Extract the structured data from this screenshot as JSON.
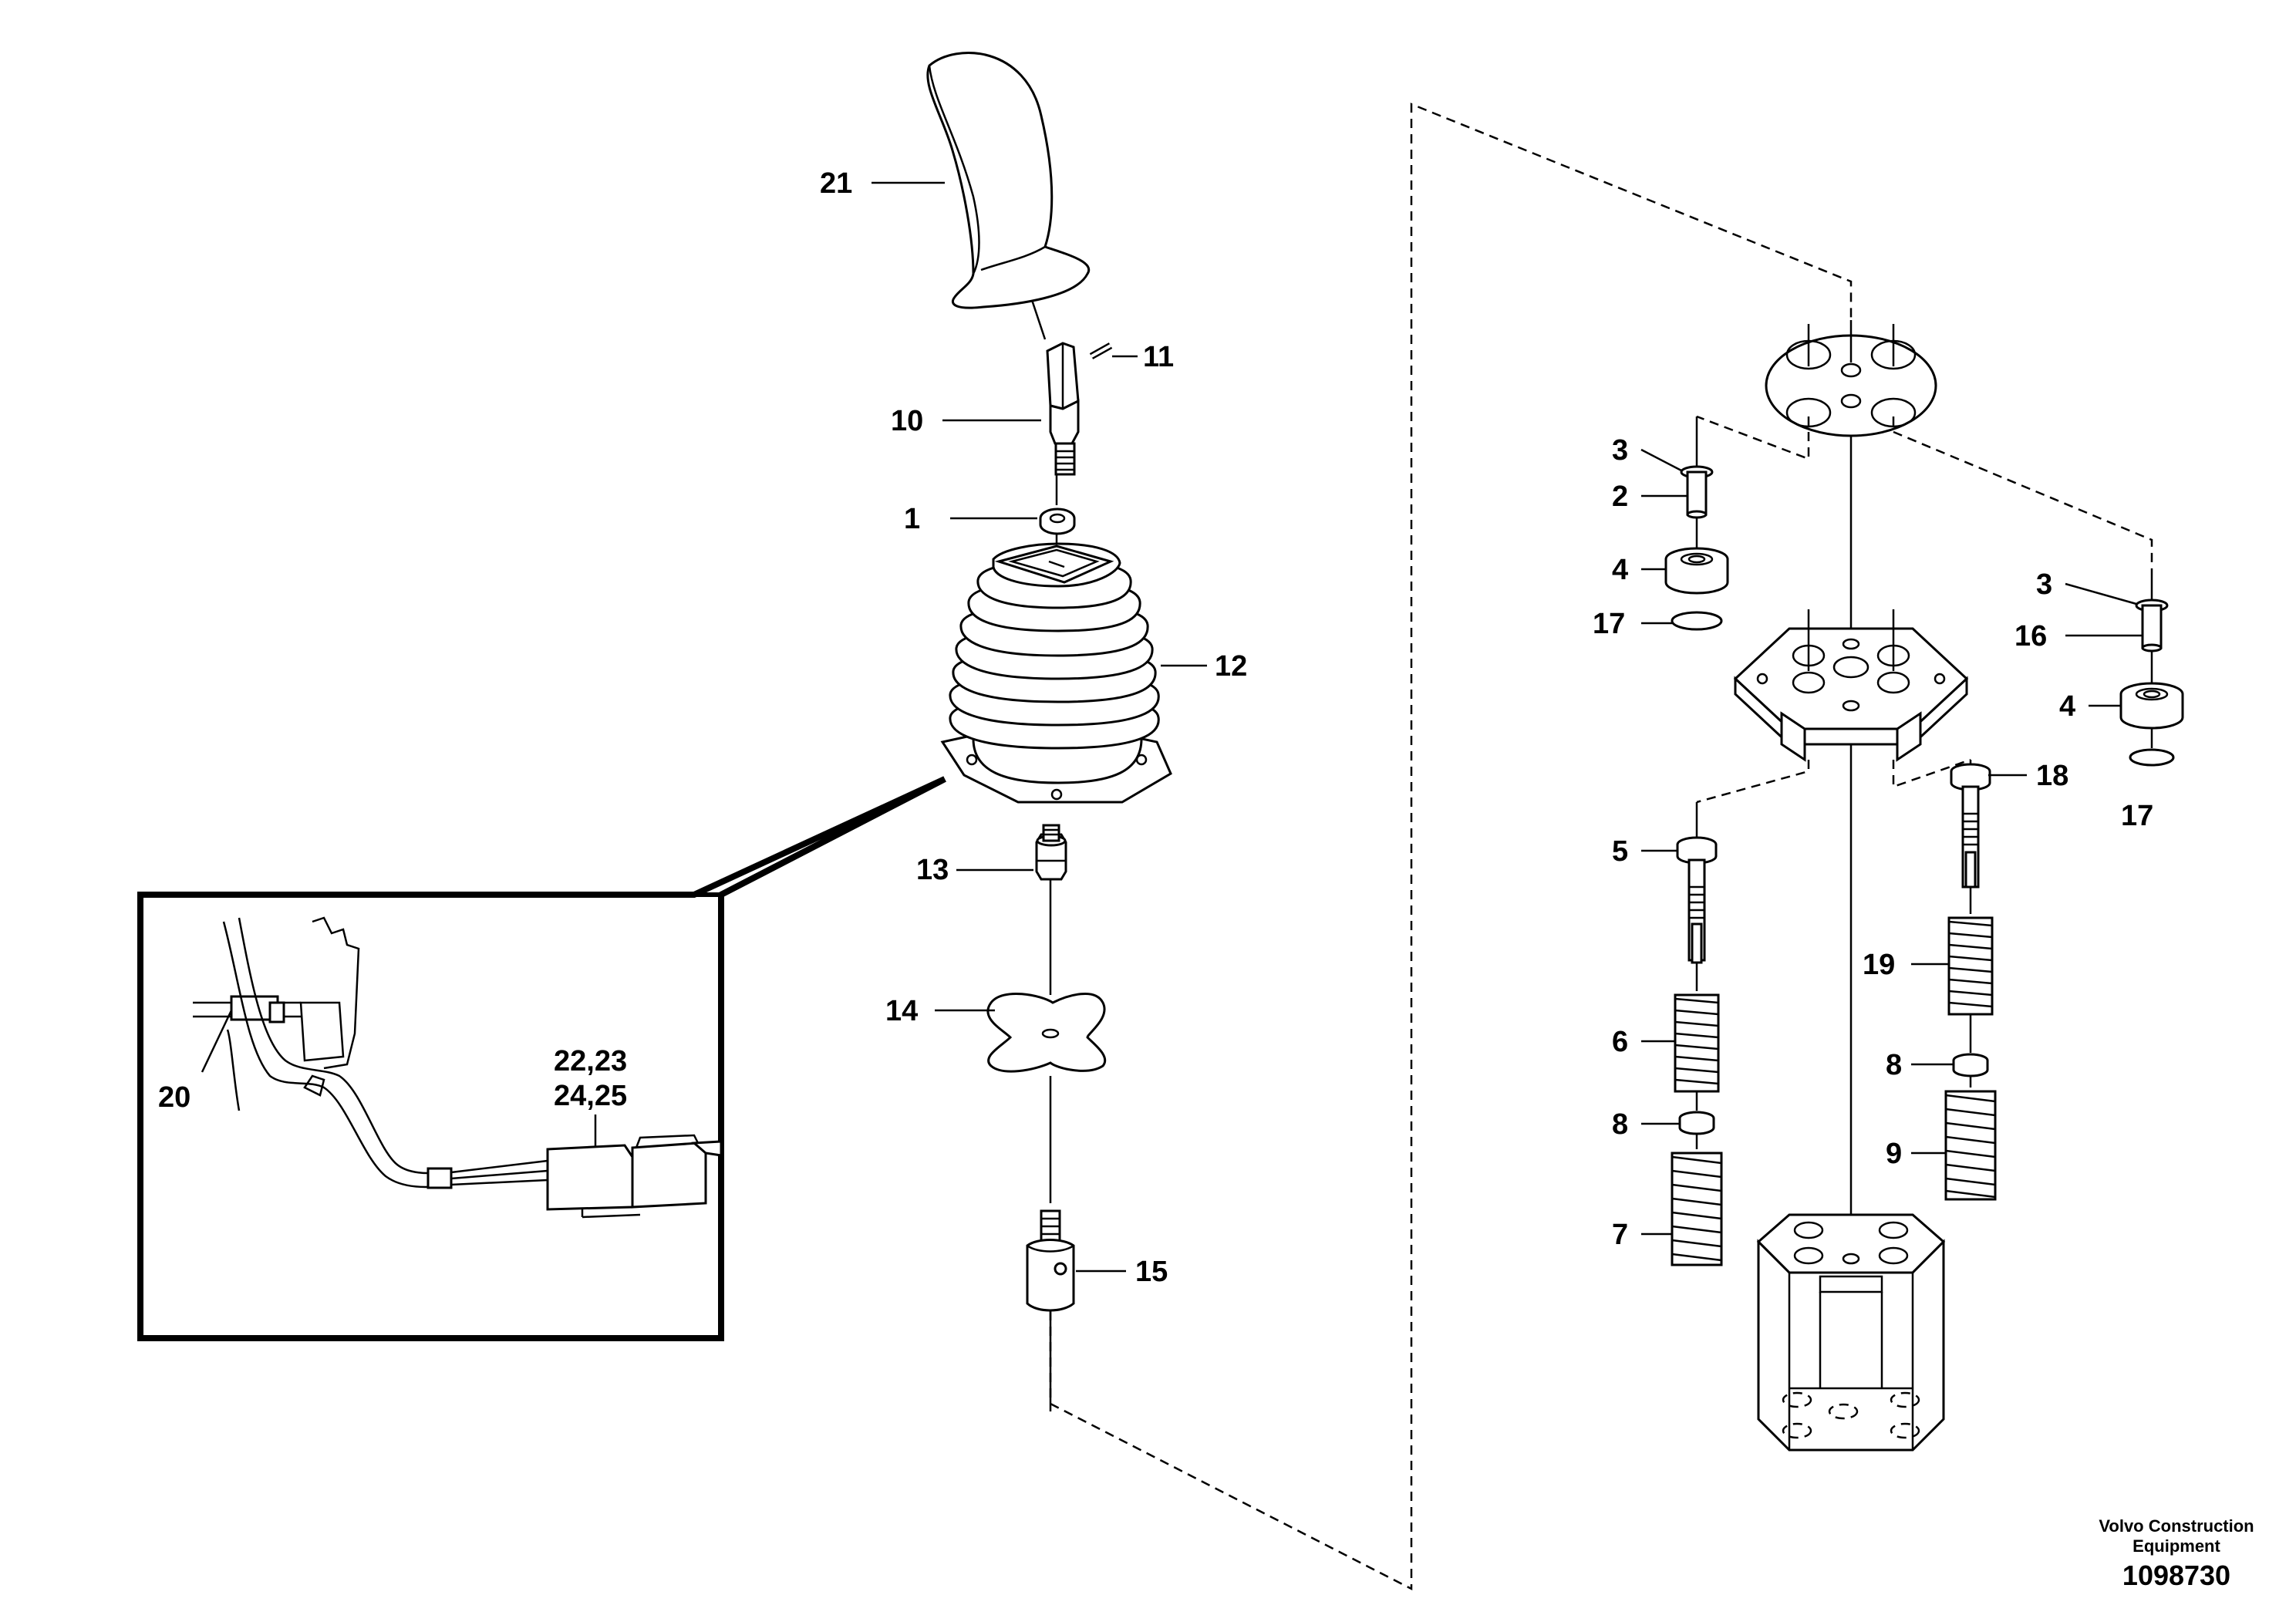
{
  "diagram": {
    "callouts": {
      "c21": "21",
      "c11": "11",
      "c10": "10",
      "c1": "1",
      "c12": "12",
      "c13": "13",
      "c14": "14",
      "c15": "15",
      "c20": "20",
      "c22_23": "22,23",
      "c24_25": "24,25",
      "c3a": "3",
      "c2": "2",
      "c4a": "4",
      "c17a": "17",
      "c3b": "3",
      "c16": "16",
      "c4b": "4",
      "c17b": "17",
      "c18": "18",
      "c5": "5",
      "c19": "19",
      "c6": "6",
      "c8a": "8",
      "c8b": "8",
      "c9": "9",
      "c7": "7"
    },
    "footer": {
      "company_line1": "Volvo Construction",
      "company_line2": "Equipment",
      "drawing_number": "1098730"
    }
  }
}
